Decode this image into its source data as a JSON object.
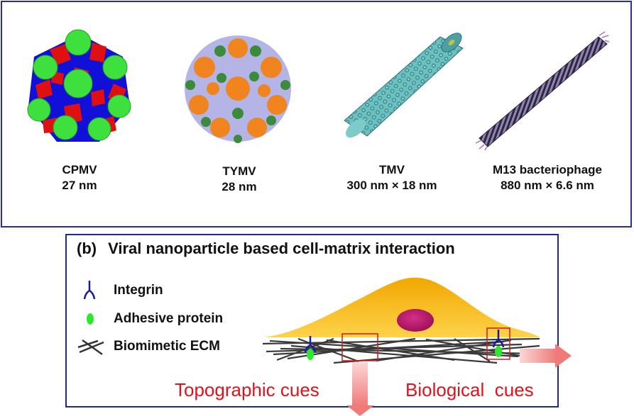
{
  "panel_a": {
    "viruses": [
      {
        "name": "CPMV",
        "size": "27 nm"
      },
      {
        "name": "TYMV",
        "size": "28 nm"
      },
      {
        "name": "TMV",
        "size": "300 nm × 18 nm"
      },
      {
        "name": "M13 bacteriophage",
        "size": "880 nm × 6.6 nm"
      }
    ]
  },
  "panel_b": {
    "tag": "(b)",
    "title": "Viral nanoparticle based cell-matrix interaction",
    "legend": {
      "integrin": "Integrin",
      "adhesive_protein": "Adhesive protein",
      "ecm": "Biomimetic ECM"
    },
    "cues": {
      "topographic": "Topographic cues",
      "biological": "Biological  cues"
    }
  },
  "colors": {
    "frame_a": "#2b2bb0",
    "frame_b": "#1f2a86",
    "cpmv_green": "#3ee03e",
    "cpmv_red": "#e01010",
    "cpmv_blue": "#1010d8",
    "tymv_lavender": "#b4b4e6",
    "tymv_orange": "#f0841e",
    "tymv_green": "#3c8a3c",
    "tmv_teal": "#5fb3b3",
    "m13_purple": "#5a4a78",
    "cell_body": "#f5b800",
    "nucleus": "#c0186a",
    "integrin": "#1a1aa0",
    "adhesive_protein": "#2ee82e",
    "ecm_fiber": "#444444",
    "cue_text": "#e0121c",
    "cue_box": "#c81e1e",
    "arrow": "#f4a0a0"
  }
}
